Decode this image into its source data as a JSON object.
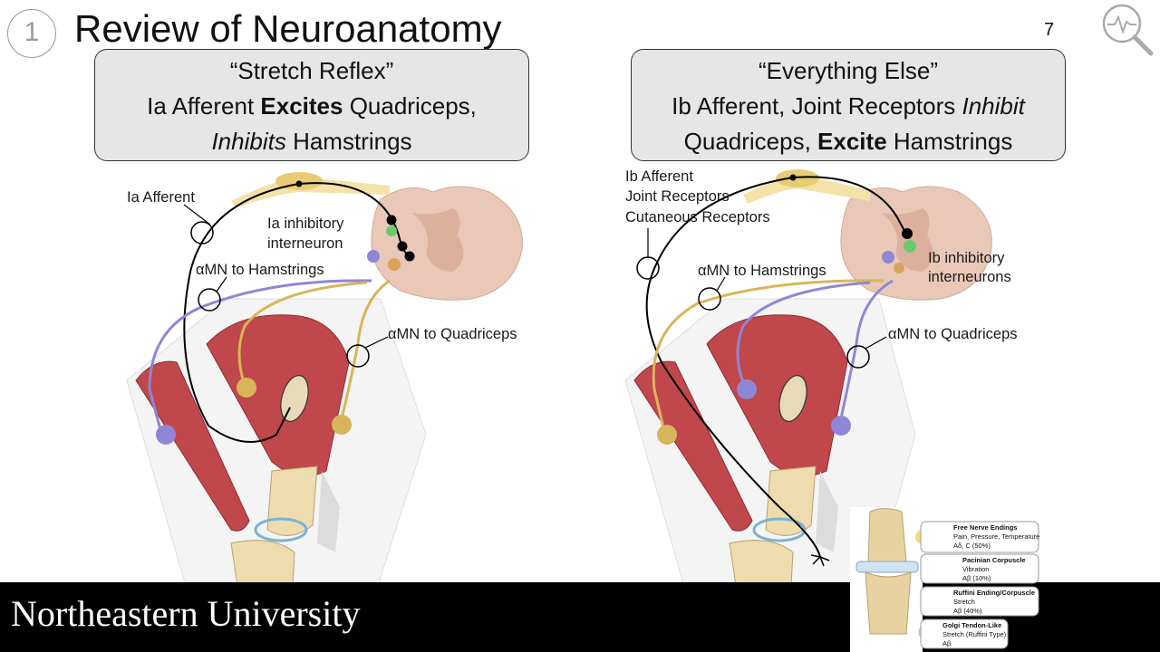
{
  "slide": {
    "number_badge": "1",
    "title": "Review of Neuroanatomy",
    "page_number": "7"
  },
  "left_box": {
    "line1": "“Stretch Reflex”",
    "line2_pre": "Ia Afferent ",
    "line2_bold": "Excites",
    "line2_post": " Quadriceps,",
    "line3_italic": "Inhibits",
    "line3_post": " Hamstrings"
  },
  "right_box": {
    "line1": "“Everything Else”",
    "line2_pre": "Ib Afferent, Joint Receptors ",
    "line2_italic": "Inhibit",
    "line3_pre": "Quadriceps, ",
    "line3_bold": "Excite",
    "line3_post": " Hamstrings"
  },
  "left_diagram": {
    "ia_afferent": "Ia Afferent",
    "ia_interneuron_1": "Ia inhibitory",
    "ia_interneuron_2": "interneuron",
    "amn_hamstrings": "αMN to Hamstrings",
    "amn_quadriceps": "αMN to Quadriceps"
  },
  "right_diagram": {
    "afferent_1": "Ib Afferent",
    "afferent_2": "Joint Receptors",
    "afferent_3": "Cutaneous Receptors",
    "amn_hamstrings": "αMN to Hamstrings",
    "ib_interneuron_1": "Ib inhibitory",
    "ib_interneuron_2": "interneurons",
    "amn_quadriceps": "αMN to Quadriceps"
  },
  "legend": [
    {
      "title": "Free Nerve Endings",
      "line2": "Pain, Pressure, Temperature",
      "line3": "Aδ, C (50%)"
    },
    {
      "title": "Pacinian Corpuscle",
      "line2": "Vibration",
      "line3": "Aβ (10%)"
    },
    {
      "title": "Ruffini Ending/Corpuscle",
      "line2": "Stretch",
      "line3": "Aβ (40%)"
    },
    {
      "title": "Golgi Tendon-Like",
      "line2": "Stretch (Ruffini Type)",
      "line3": "Aβ"
    }
  ],
  "footer": {
    "university": "Northeastern University"
  },
  "colors": {
    "purple_neuron": "#8f86d6",
    "gold_neuron": "#d8b55a",
    "muscle": "#c0474b",
    "spinal_cord": "#e9c8b8",
    "bone": "#eedcae"
  },
  "icons": {
    "corner_logo": "magnifier-ecg-icon"
  }
}
